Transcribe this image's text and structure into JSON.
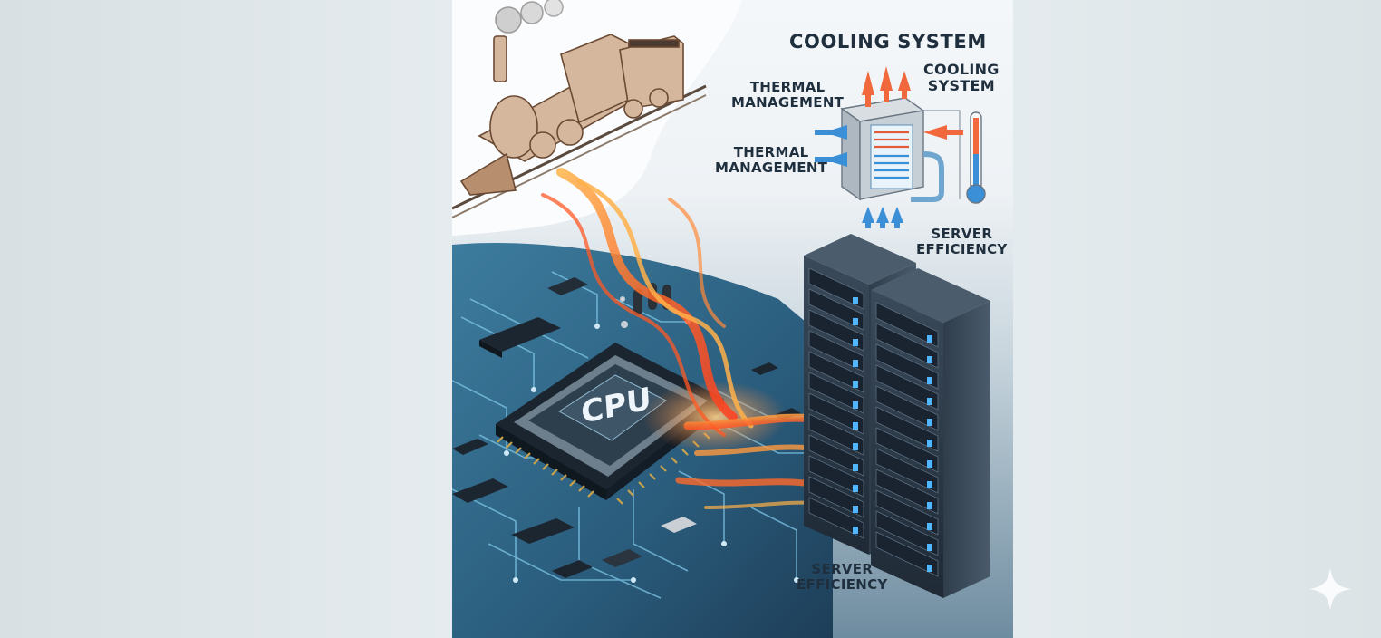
{
  "labels": {
    "cooling_title": "COOLING SYSTEM",
    "cooling_side_1": "COOLING",
    "cooling_side_2": "SYSTEM",
    "thermal_top_1": "THERMAL",
    "thermal_top_2": "MANAGEMENT",
    "thermal_mid_1": "THERMAL",
    "thermal_mid_2": "MANAGEMENT",
    "server_right_1": "SERVER",
    "server_right_2": "EFFICIENCY",
    "server_bottom_1": "SERVER",
    "server_bottom_2": "EFFICIENCY",
    "cpu": "CPU"
  },
  "colors": {
    "heat_orange": "#ff7a2a",
    "cool_blue": "#3a9ee0",
    "circuit_blue": "#2b6a8e",
    "server_dark": "#2c3a48"
  },
  "icons": [
    "steam-locomotive-icon",
    "cpu-chip-icon",
    "server-rack-icon",
    "heat-exchanger-icon",
    "thermometer-icon",
    "sparkle-icon"
  ]
}
